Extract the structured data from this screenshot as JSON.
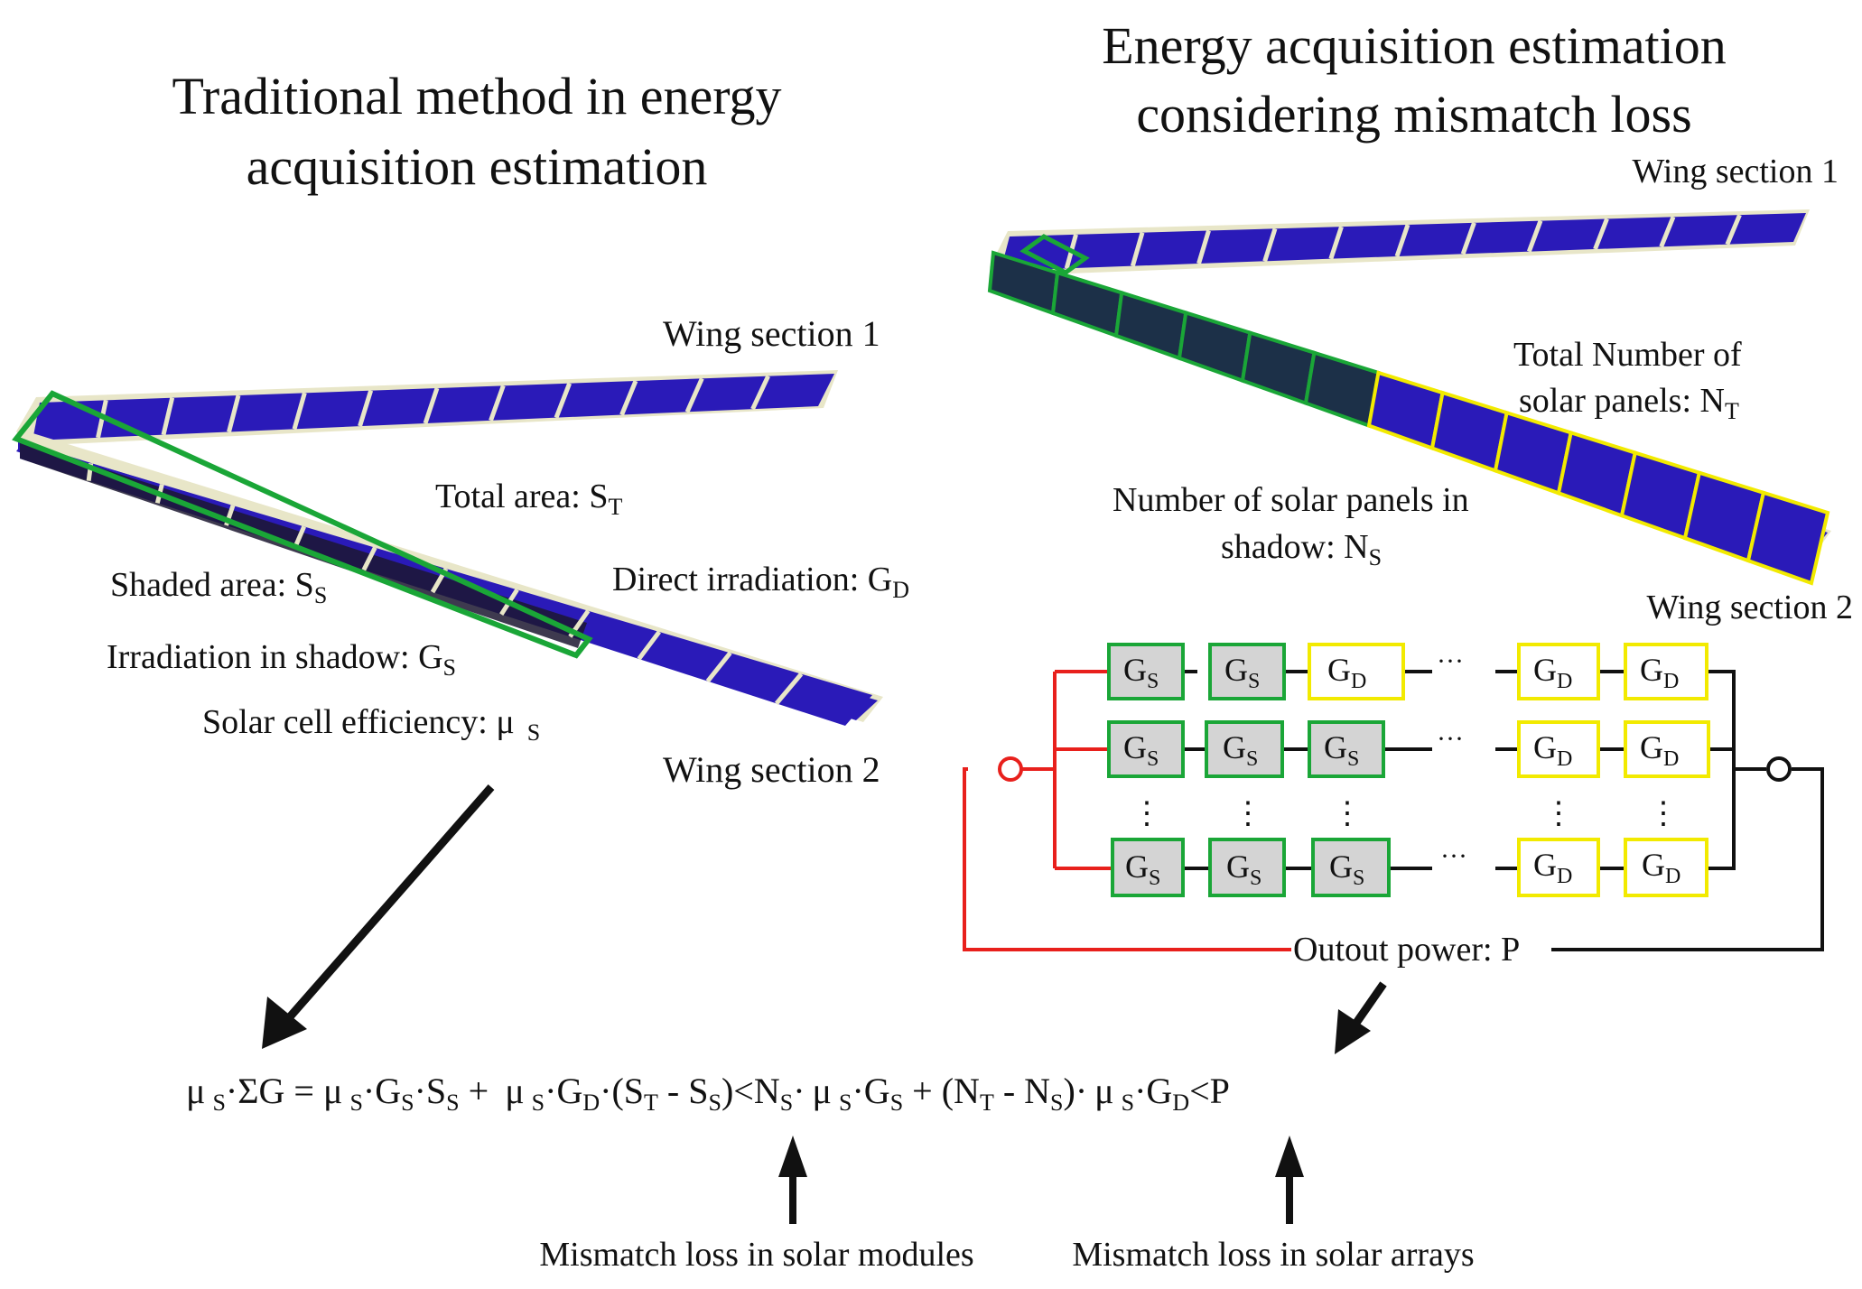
{
  "left": {
    "title_line1": "Traditional method in energy",
    "title_line2": "acquisition estimation",
    "wing1": "Wing section 1",
    "wing2": "Wing section 2",
    "total_area": "Total area: S",
    "total_area_sub": "T",
    "shaded_area": "Shaded area: S",
    "shaded_area_sub": "S",
    "direct_irr": "Direct irradiation: G",
    "direct_irr_sub": "D",
    "shadow_irr": "Irradiation in shadow: G",
    "shadow_irr_sub": "S",
    "efficiency": "Solar cell efficiency: μ",
    "efficiency_sub": "S"
  },
  "right": {
    "title_line1": "Energy acquisition estimation",
    "title_line2": "considering mismatch loss",
    "wing1": "Wing section 1",
    "wing2": "Wing section 2",
    "total_n_line1": "Total Number of",
    "total_n_line2": "solar panels: N",
    "total_n_sub": "T",
    "shadow_n_line1": "Number of solar panels in",
    "shadow_n_line2": "shadow: N",
    "shadow_n_sub": "S"
  },
  "circuit": {
    "g_main": "G",
    "sub_shadow": "S",
    "sub_direct": "D",
    "ellipsis": "···",
    "vdots": "⋮",
    "output": "Outout power: P"
  },
  "equation": {
    "mu": "μ",
    "s": "S",
    "t": "T",
    "d": "D",
    "dot": "·",
    "sum_g": "ΣG",
    "eq": " = ",
    "g": "G",
    "plus": " + ",
    "paren_open": "(",
    "paren_close": ")",
    "minus": " - ",
    "lt": "<",
    "n": "N",
    "p": "P"
  },
  "bottom": {
    "module_label": "Mismatch loss in solar modules",
    "array_label": "Mismatch loss in solar arrays"
  },
  "colors": {
    "panel": "#2a1ab8",
    "panel_dark": "#1a1060",
    "panel_shadow": "#3a3a5a",
    "rib": "#e8e6c8",
    "green": "#1aa637",
    "yellow": "#f2ea00",
    "red": "#e8201c",
    "gray_box": "#d4d4d4"
  }
}
